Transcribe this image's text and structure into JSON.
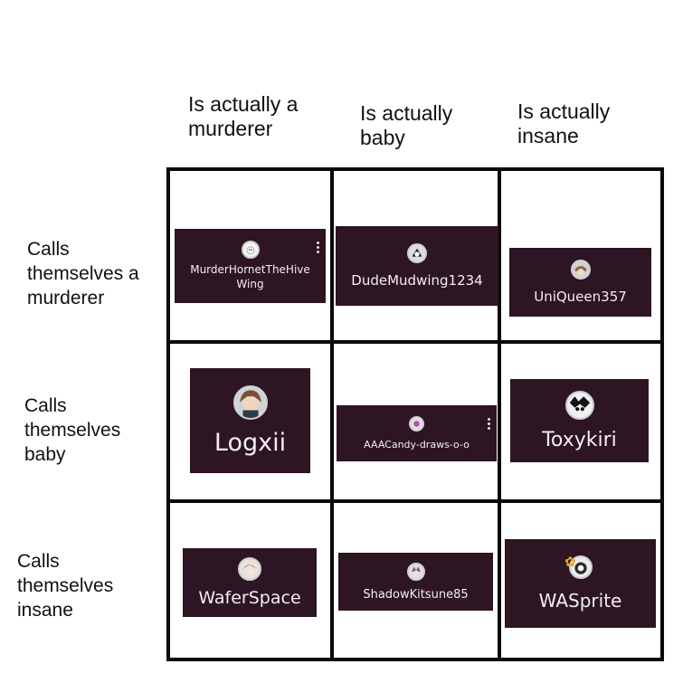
{
  "columns": [
    "Is actually a\nmurderer",
    "Is actually\nbaby",
    "Is actually\ninsane"
  ],
  "rows": [
    "Calls\nthemselves a\nmurderer",
    "Calls\nthemselves\nbaby",
    "Calls\nthemselves\ninsane"
  ],
  "cells": [
    {
      "name": "MurderHornetTheHive\nWing",
      "avatar_icon": "white-cartoon-avatar-icon",
      "has_menu": true
    },
    {
      "name": "DudeMudwing1234",
      "avatar_icon": "dark-sketch-avatar-icon",
      "has_menu": false
    },
    {
      "name": "UniQueen357",
      "avatar_icon": "anime-avatar-icon",
      "has_menu": false
    },
    {
      "name": "Logxii",
      "avatar_icon": "brown-hair-character-avatar-icon",
      "has_menu": false
    },
    {
      "name": "AAACandy-draws-o-o",
      "avatar_icon": "pink-avatar-icon",
      "has_menu": true
    },
    {
      "name": "Toxykiri",
      "avatar_icon": "black-white-avatar-icon",
      "has_menu": false
    },
    {
      "name": "WaferSpace",
      "avatar_icon": "light-anime-avatar-icon",
      "has_menu": false
    },
    {
      "name": "ShadowKitsune85",
      "avatar_icon": "character-avatar-icon",
      "has_menu": false
    },
    {
      "name": "WASprite",
      "avatar_icon": "flower-avatar-icon",
      "has_menu": false
    }
  ],
  "colors": {
    "card_bg": "#2d1523",
    "card_text": "#f2eef0",
    "grid_line": "#0a0a0a",
    "flower": "#f2a413"
  }
}
